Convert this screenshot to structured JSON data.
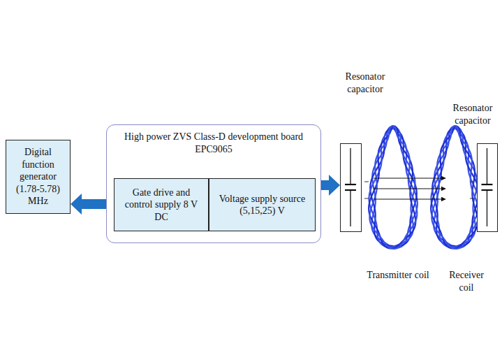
{
  "diagram": {
    "nodes": [
      {
        "text": [
          "Digital function generator (1.78-5.78) MHz"
        ]
      },
      {
        "text": [
          "High power ZVS Class-D development board EPC9065"
        ]
      },
      {
        "text": [
          "Gate drive and control supply 8 V DC"
        ],
        "in": 1
      },
      {
        "text": [
          "Voltage supply source (5,15,25) V"
        ],
        "in": 1
      },
      {
        "text": [
          "Resonator capacitor"
        ]
      },
      {
        "text": [
          "Resonator capacitor"
        ]
      }
    ],
    "edges": [
      {
        "from": 1,
        "to": 0,
        "arrow": "to"
      },
      {
        "from": 1,
        "to": 4,
        "arrow": "to"
      }
    ],
    "labels": [
      "Transmitter coil",
      "Receiver coil"
    ]
  }
}
